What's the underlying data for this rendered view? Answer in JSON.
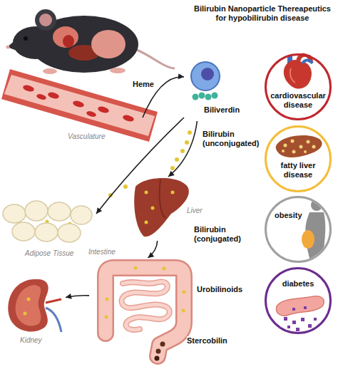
{
  "diagram": {
    "title": "Bilirubin Nanoparticle Thereapeutics for hypobilirubin disease",
    "nodes": [
      {
        "text": [
          "Vasculature"
        ]
      },
      {
        "text": [
          "Biliverdin"
        ]
      },
      {
        "text": [
          "Adipose Tissue"
        ]
      },
      {
        "text": [
          "Liver"
        ]
      },
      {
        "text": [
          "Intestine"
        ]
      },
      {
        "text": [
          "Kidney"
        ]
      },
      {
        "text": [
          "cardiovascular disease"
        ]
      },
      {
        "text": [
          "fatty liver disease"
        ]
      },
      {
        "text": [
          "obesity"
        ]
      },
      {
        "text": [
          "diabetes"
        ]
      }
    ],
    "edges": [
      {
        "from": 0,
        "to": 1,
        "arrow": "to",
        "label": "Heme"
      },
      {
        "from": 1,
        "to": 3,
        "arrow": "to",
        "label": "Bilirubin (unconjugated)"
      },
      {
        "from": 1,
        "to": 2,
        "arrow": "to"
      },
      {
        "from": 3,
        "to": 4,
        "arrow": "to",
        "label": "Bilirubin (conjugated)"
      },
      {
        "from": 4,
        "to": 5,
        "arrow": "to"
      }
    ],
    "labels": [
      "Urobilinoids",
      "Stercobilin"
    ]
  }
}
